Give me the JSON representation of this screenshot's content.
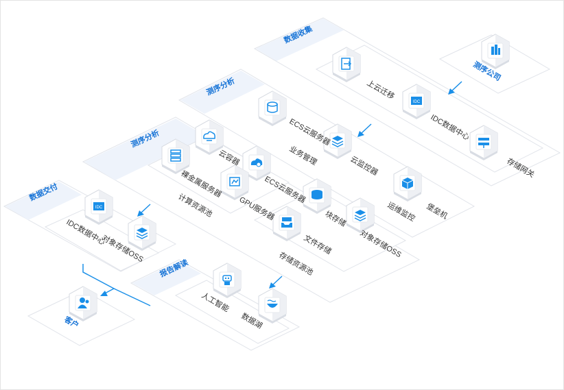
{
  "colors": {
    "accent": "#1673d6",
    "icon": "#1a8fe8",
    "panel_border": "#e1e4ea",
    "title_band": "#eef3fb",
    "label": "#333333"
  },
  "groups": {
    "data_collection": "数据收集",
    "test_analysis_1": "测序分析",
    "test_analysis_2": "测序分析",
    "data_delivery": "数据交付",
    "report_reading": "报告解读"
  },
  "nodes": {
    "sequencing_company": "测序公司",
    "cloud_migration": "上云迁移",
    "idc_center_top": "IDC数据中心",
    "storage_gateway": "存储网关",
    "ecs_server_top": "ECS云服务器",
    "cloud_monitor": "云监控器",
    "business_mgmt": "业务管理",
    "ops_monitor": "运维监控",
    "bastion_host": "堡垒机",
    "cloud_container": "云容器",
    "hpc_server": "裸金属服务器",
    "ecs_server_mid": "ECS云服务器",
    "gpu_server": "GPU服务器",
    "compute_resources": "计算资源池",
    "block_storage": "块存储",
    "object_storage_mid": "对象存储OSS",
    "file_storage": "文件存储",
    "storage_pool": "存储资源池",
    "idc_center_left": "IDC数据中心",
    "object_storage_left": "对象存储OSS",
    "ai": "人工智能",
    "data_lake": "数据湖",
    "customer": "客户"
  },
  "icons": [
    "building-icon",
    "door-arrow-icon",
    "idc-icon",
    "gateway-icon",
    "database-icon",
    "layers-icon",
    "box-icon",
    "cloud-upload-icon",
    "server-rack-icon",
    "cloud-gear-icon",
    "chip-icon",
    "disk-stack-icon",
    "tray-icon",
    "robot-icon",
    "lake-icon",
    "users-icon"
  ]
}
